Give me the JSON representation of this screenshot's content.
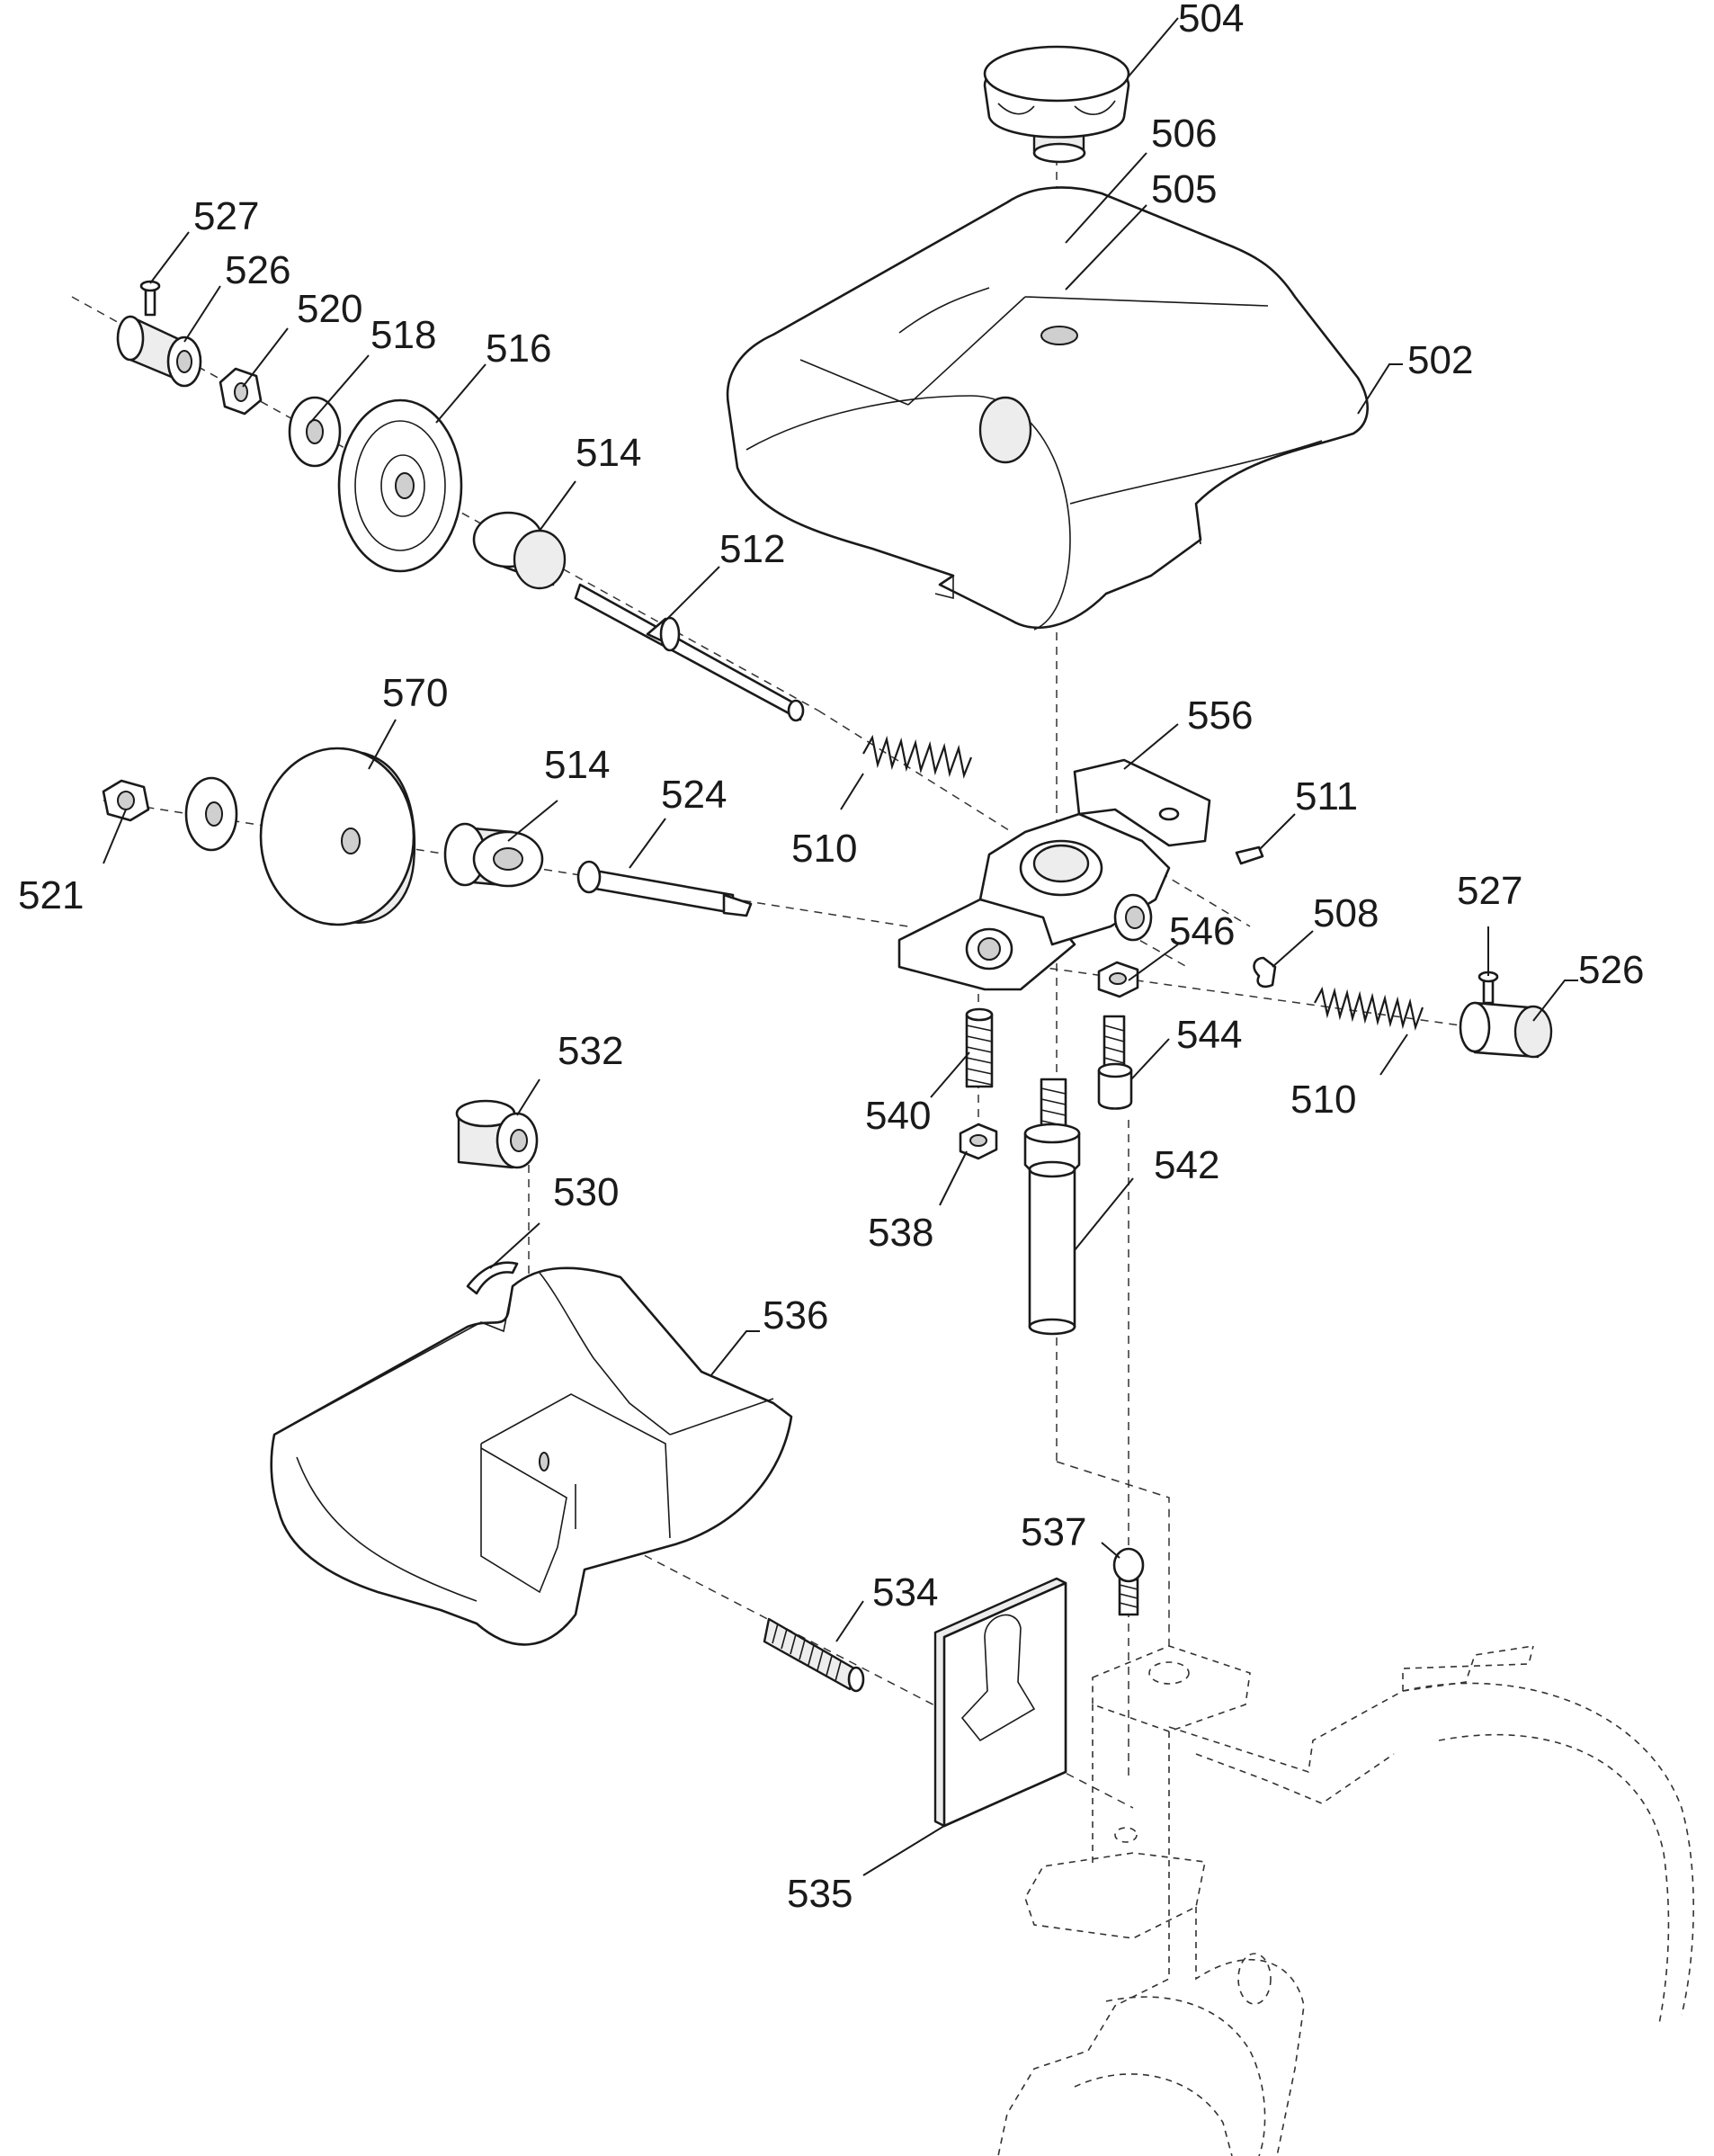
{
  "callouts": {
    "c502": "502",
    "c504": "504",
    "c505": "505",
    "c506": "506",
    "c508": "508",
    "c510a": "510",
    "c510b": "510",
    "c511": "511",
    "c512": "512",
    "c514a": "514",
    "c514b": "514",
    "c516": "516",
    "c518": "518",
    "c520": "520",
    "c521": "521",
    "c524": "524",
    "c526a": "526",
    "c526b": "526",
    "c527a": "527",
    "c527b": "527",
    "c530": "530",
    "c532": "532",
    "c534": "534",
    "c535": "535",
    "c536": "536",
    "c537": "537",
    "c538": "538",
    "c540": "540",
    "c542": "542",
    "c544": "544",
    "c546": "546",
    "c556": "556",
    "c570": "570"
  }
}
